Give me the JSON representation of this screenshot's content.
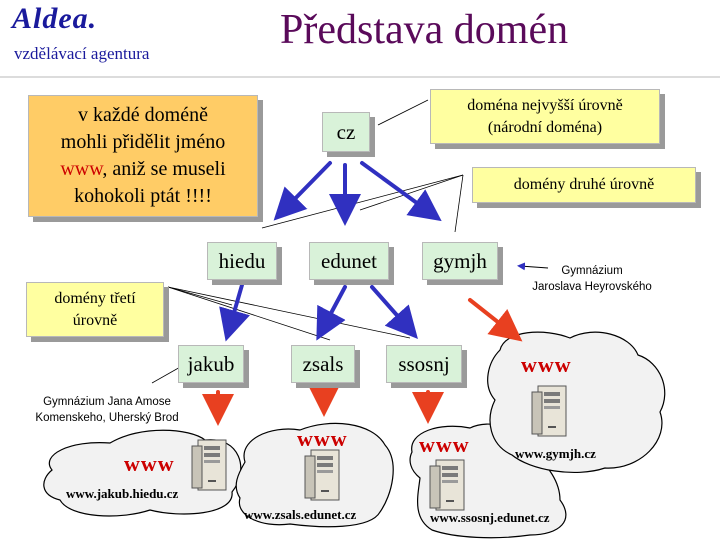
{
  "header": {
    "logo": "Aldea.",
    "tagline": "vzdělávací agentura",
    "title": "Představa domén"
  },
  "callout": {
    "line1": "v každé doméně",
    "line2": "mohli přidělit jméno",
    "www_word": "www",
    "line3_rest": ", aniž se museli",
    "line4": "kohokoli ptát !!!!"
  },
  "labels": {
    "top_level_line1": "doména nejvyšší úrovně",
    "top_level_line2": "(národní doména)",
    "second_level": "domény druhé úrovně",
    "third_level_line1": "domény třetí",
    "third_level_line2": "úrovně"
  },
  "nodes": {
    "cz": "cz",
    "hiedu": "hiedu",
    "edunet": "edunet",
    "gymjh": "gymjh",
    "jakub": "jakub",
    "zsals": "zsals",
    "ssosnj": "ssosnj"
  },
  "annotations": {
    "gymjh_line1": "Gymnázium",
    "gymjh_line2": "Jaroslava Heyrovského",
    "jakub_line1": "Gymnázium Jana Amose",
    "jakub_line2": "Komenskeho, Uherský Brod"
  },
  "servers": {
    "www_label": "www",
    "jakub_url": "www.jakub.hiedu.cz",
    "zsals_url": "www.zsals.edunet.cz",
    "ssosnj_url": "www.ssosnj.edunet.cz",
    "gymjh_url": "www.gymjh.cz"
  },
  "colors": {
    "tree_arrow": "#3030c0",
    "server_arrow": "#e84020",
    "node_fill": "#d9f2d9",
    "note_fill": "#ffffa0",
    "callout_fill": "#ffcc66",
    "cloud_fill": "#f2f2f2"
  }
}
